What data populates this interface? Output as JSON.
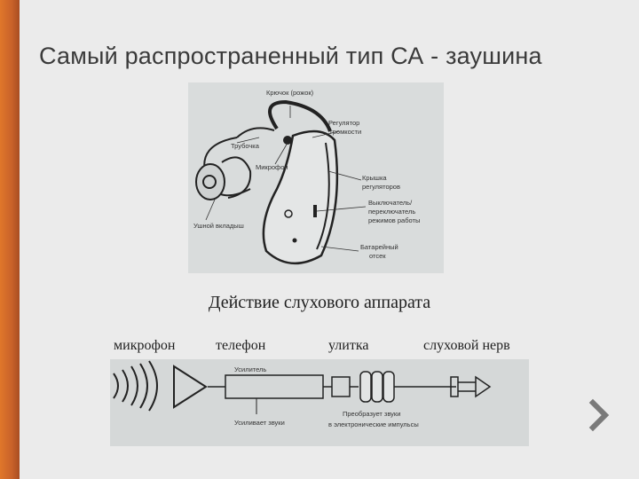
{
  "slide": {
    "title": "Самый распространенный тип СА - заушина",
    "subtitle": "Действие слухового аппарата"
  },
  "figure1": {
    "labels": {
      "hook": "Крючок (рожок)",
      "tube": "Трубочка",
      "volume1": "Регулятор",
      "volume2": "громкости",
      "mic": "Микрофон",
      "cover1": "Крышка",
      "cover2": "регуляторов",
      "switch1": "Выключатель/",
      "switch2": "переключатель",
      "switch3": "режимов работы",
      "earmold": "Ушной вкладыш",
      "battery1": "Батарейный",
      "battery2": "отсек"
    }
  },
  "flow_labels": {
    "microphone": "микрофон",
    "receiver": "телефон",
    "cochlea": "улитка",
    "nerve": "слуховой нерв"
  },
  "figure2": {
    "labels": {
      "amplifier": "Усилитель",
      "amplifies": "Усиливает звуки",
      "converts1": "Преобразует звуки",
      "converts2": "в электронические импульсы"
    }
  },
  "colors": {
    "accent": "#d96a28",
    "arrow": "#7a7a7a"
  },
  "icons": {
    "next": "chevron-right-icon"
  }
}
